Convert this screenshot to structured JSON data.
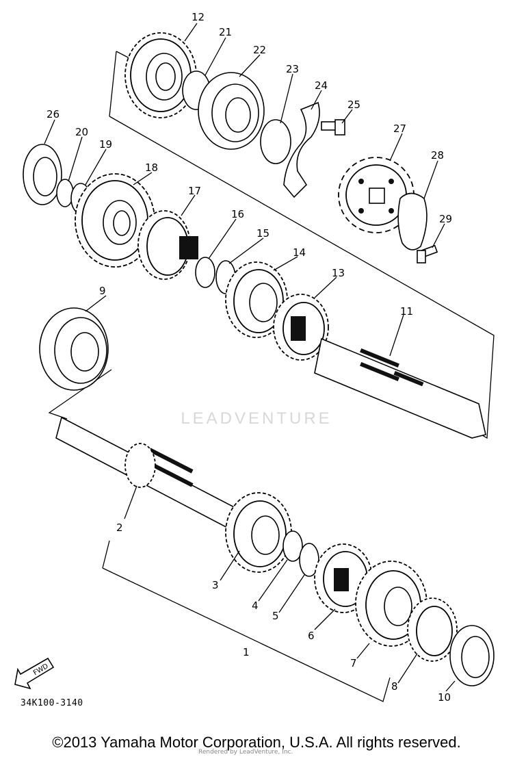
{
  "diagram": {
    "part_code": "34K100-3140",
    "copyright": "©2013 Yamaha Motor Corporation, U.S.A. All rights reserved.",
    "watermark": "LEADVENTURE",
    "watermark_small": "Rendered by LeadVenture, Inc.",
    "fwd_label": "FWD",
    "callouts": [
      "1",
      "2",
      "3",
      "4",
      "5",
      "6",
      "7",
      "8",
      "9",
      "10",
      "11",
      "12",
      "13",
      "14",
      "15",
      "16",
      "17",
      "18",
      "19",
      "20",
      "21",
      "22",
      "23",
      "24",
      "25",
      "26",
      "27",
      "28",
      "29"
    ]
  }
}
